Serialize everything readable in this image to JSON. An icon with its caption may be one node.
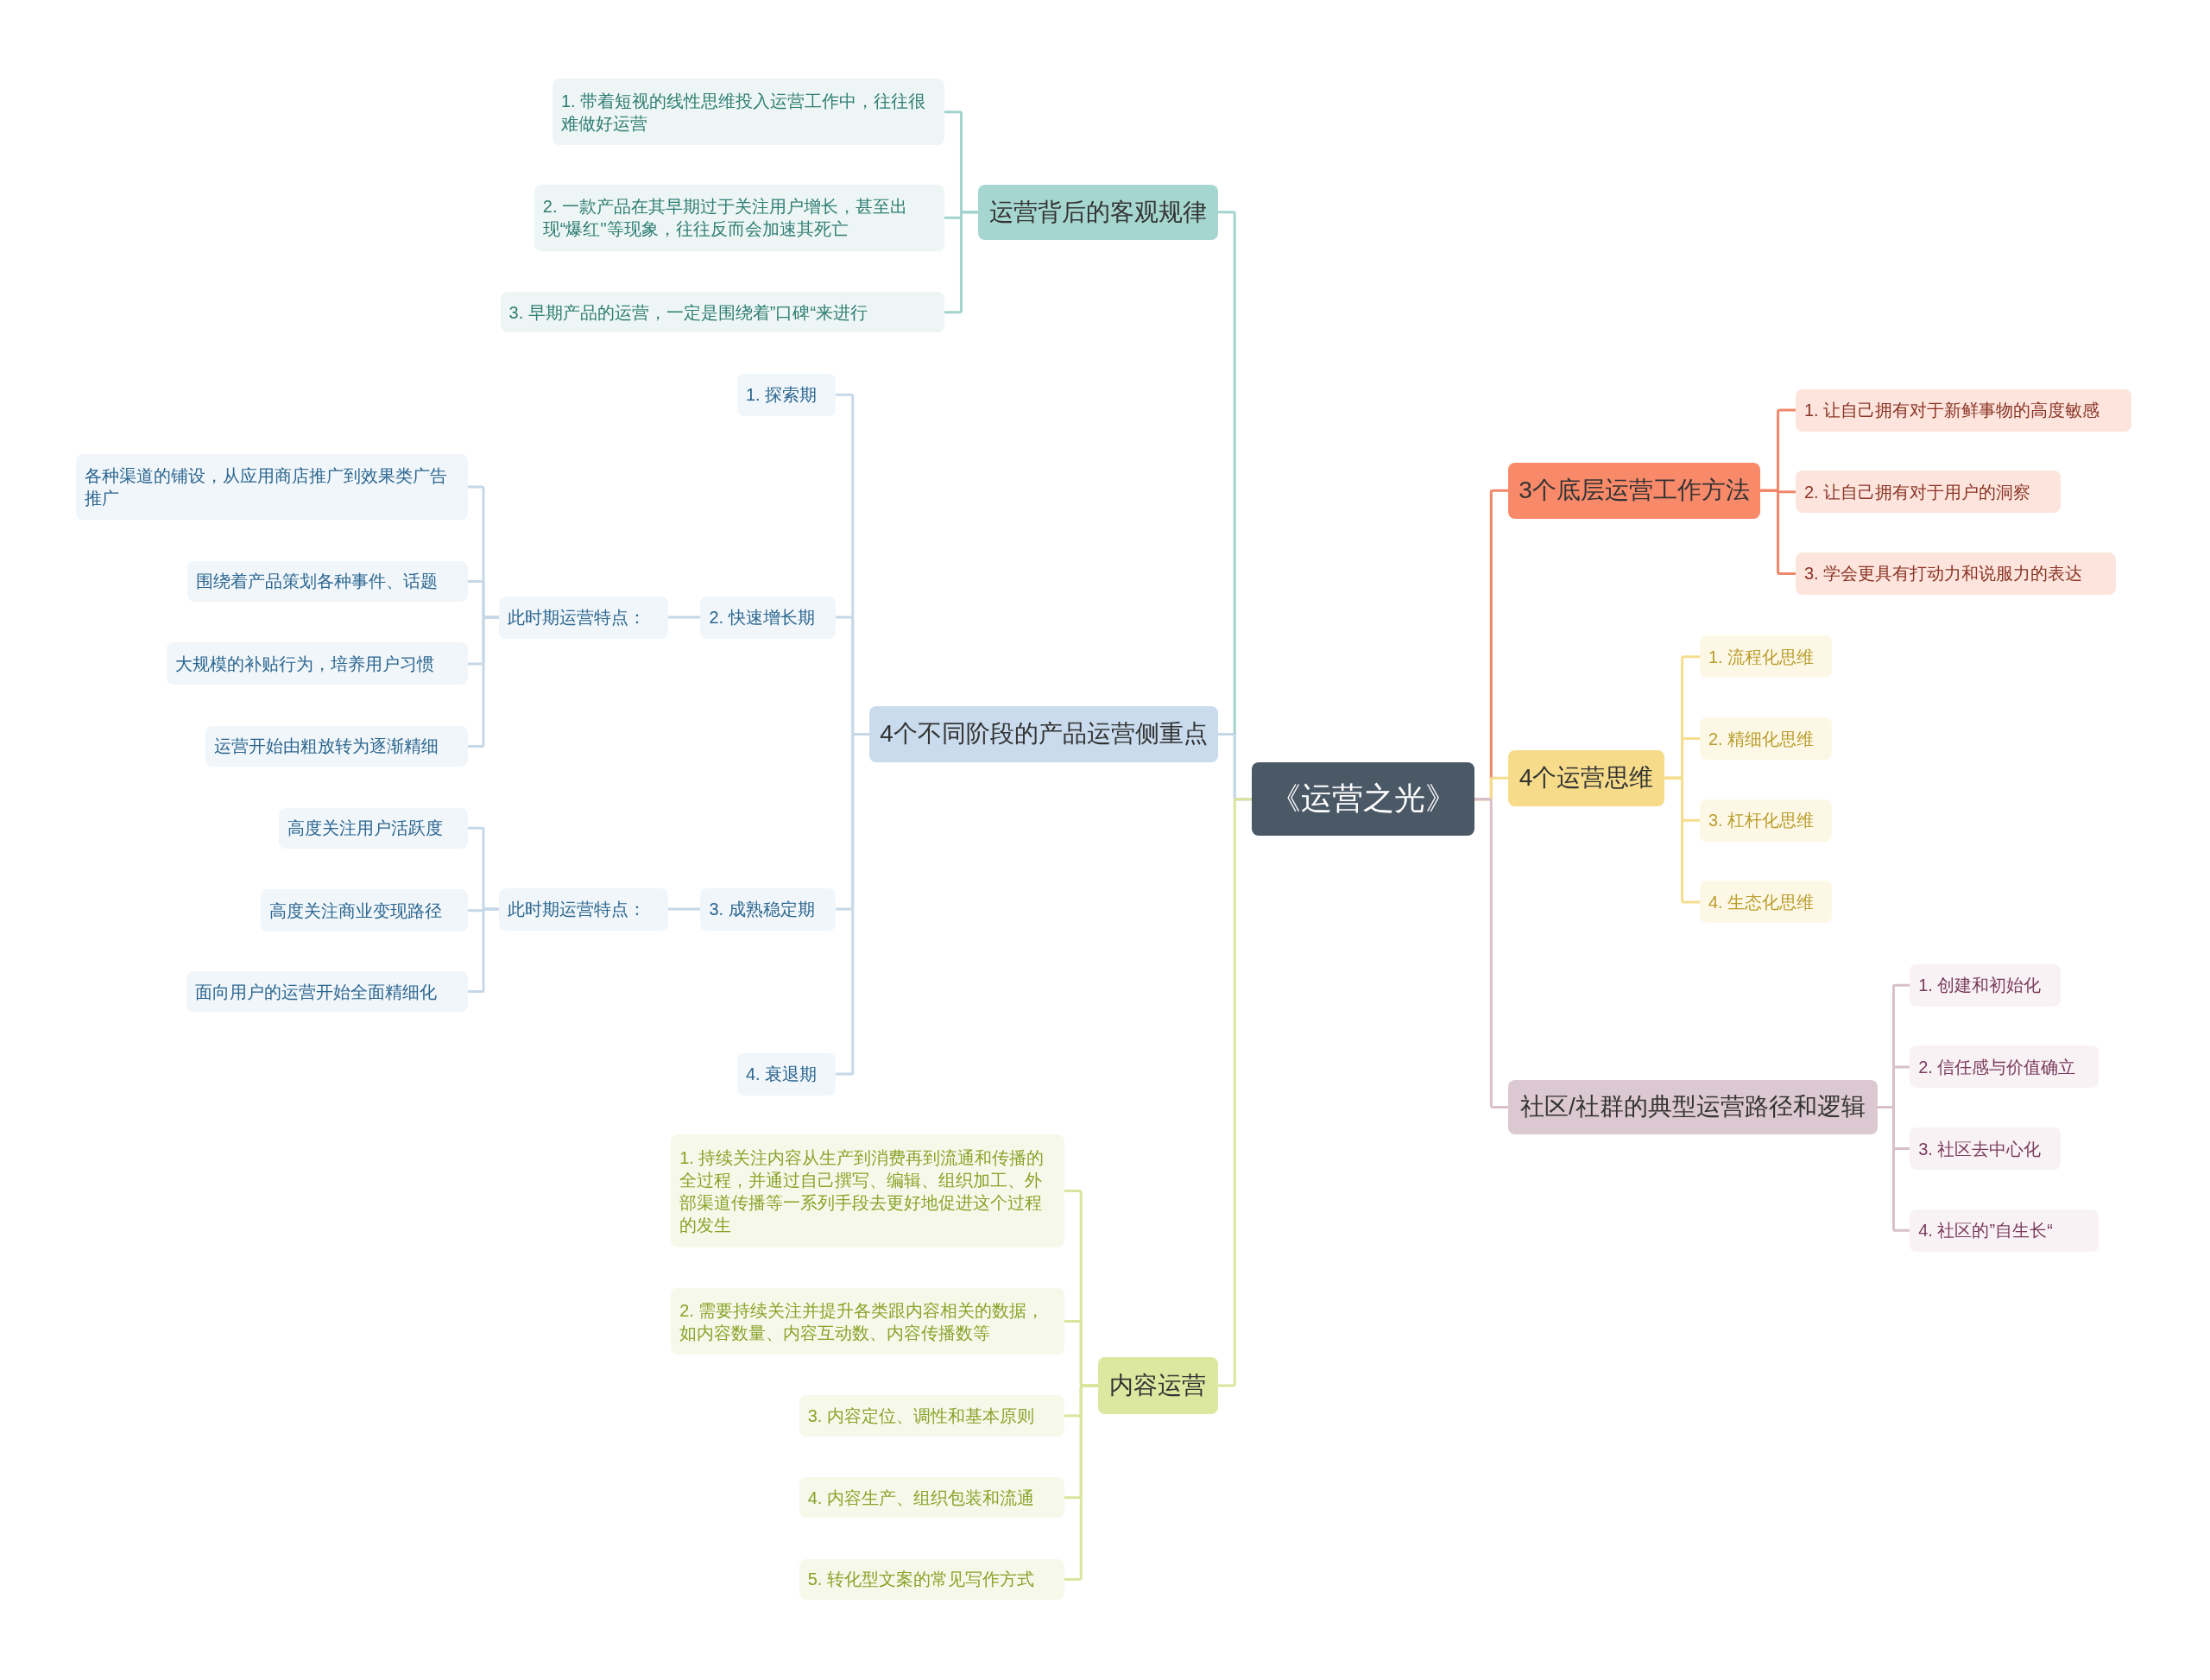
{
  "diagram": {
    "nodes": [
      {
        "text": [
          "《运营之光》"
        ]
      },
      {
        "text": [
          "运营背后的客观规律"
        ]
      },
      {
        "text": [
          "1. 带着短视的线性思维投入运营工作中，往往很难做好运营"
        ]
      },
      {
        "text": [
          "2. 一款产品在其早期过于关注用户增长，甚至出现“爆红\"等现象，往往反而会加速其死亡"
        ]
      },
      {
        "text": [
          "3. 早期产品的运营，一定是围绕着”口碑“来进行"
        ]
      },
      {
        "text": [
          "4个不同阶段的产品运营侧重点"
        ]
      },
      {
        "text": [
          "1. 探索期"
        ]
      },
      {
        "text": [
          "2. 快速增长期"
        ]
      },
      {
        "text": [
          "此时期运营特点："
        ]
      },
      {
        "text": [
          "各种渠道的铺设，从应用商店推广到效果类广告推广"
        ]
      },
      {
        "text": [
          "围绕着产品策划各种事件、话题"
        ]
      },
      {
        "text": [
          "大规模的补贴行为，培养用户习惯"
        ]
      },
      {
        "text": [
          "运营开始由粗放转为逐渐精细"
        ]
      },
      {
        "text": [
          "3. 成熟稳定期"
        ]
      },
      {
        "text": [
          "此时期运营特点："
        ]
      },
      {
        "text": [
          "高度关注用户活跃度"
        ]
      },
      {
        "text": [
          "高度关注商业变现路径"
        ]
      },
      {
        "text": [
          "面向用户的运营开始全面精细化"
        ]
      },
      {
        "text": [
          "4. 衰退期"
        ]
      },
      {
        "text": [
          "内容运营"
        ]
      },
      {
        "text": [
          "1. 持续关注内容从生产到消费再到流通和传播的全过程，并通过自己撰写、编辑、组织加工、外部渠道传播等一系列手段去更好地促进这个过程的发生"
        ]
      },
      {
        "text": [
          "2. 需要持续关注并提升各类跟内容相关的数据，如内容数量、内容互动数、内容传播数等"
        ]
      },
      {
        "text": [
          "3. 内容定位、调性和基本原则"
        ]
      },
      {
        "text": [
          "4. 内容生产、组织包装和流通"
        ]
      },
      {
        "text": [
          "5. 转化型文案的常见写作方式"
        ]
      },
      {
        "text": [
          "3个底层运营工作方法"
        ]
      },
      {
        "text": [
          "1. 让自己拥有对于新鲜事物的高度敏感"
        ]
      },
      {
        "text": [
          "2. 让自己拥有对于用户的洞察"
        ]
      },
      {
        "text": [
          "3. 学会更具有打动力和说服力的表达"
        ]
      },
      {
        "text": [
          "4个运营思维"
        ]
      },
      {
        "text": [
          "1. 流程化思维"
        ]
      },
      {
        "text": [
          "2. 精细化思维"
        ]
      },
      {
        "text": [
          "3. 杠杆化思维"
        ]
      },
      {
        "text": [
          "4. 生态化思维"
        ]
      },
      {
        "text": [
          "社区/社群的典型运营路径和逻辑"
        ]
      },
      {
        "text": [
          "1. 创建和初始化"
        ]
      },
      {
        "text": [
          "2. 信任感与价值确立"
        ]
      },
      {
        "text": [
          "3. 社区去中心化"
        ]
      },
      {
        "text": [
          "4. 社区的”自生长“"
        ]
      }
    ],
    "edges": [
      {
        "from": 0,
        "to": 1,
        "arrow": "none",
        "color": "#a3d3cd"
      },
      {
        "from": 1,
        "to": 2,
        "arrow": "none",
        "color": "#a3d3cd"
      },
      {
        "from": 1,
        "to": 3,
        "arrow": "none",
        "color": "#a3d3cd"
      },
      {
        "from": 1,
        "to": 4,
        "arrow": "none",
        "color": "#a3d3cd"
      },
      {
        "from": 0,
        "to": 5,
        "arrow": "none",
        "color": "#c6d8e8"
      },
      {
        "from": 5,
        "to": 6,
        "arrow": "none",
        "color": "#c6d8e8"
      },
      {
        "from": 5,
        "to": 7,
        "arrow": "none",
        "color": "#c6d8e8"
      },
      {
        "from": 7,
        "to": 8,
        "arrow": "none",
        "color": "#c6d8e8"
      },
      {
        "from": 8,
        "to": 9,
        "arrow": "none",
        "color": "#c6d8e8"
      },
      {
        "from": 8,
        "to": 10,
        "arrow": "none",
        "color": "#c6d8e8"
      },
      {
        "from": 8,
        "to": 11,
        "arrow": "none",
        "color": "#c6d8e8"
      },
      {
        "from": 8,
        "to": 12,
        "arrow": "none",
        "color": "#c6d8e8"
      },
      {
        "from": 5,
        "to": 13,
        "arrow": "none",
        "color": "#c6d8e8"
      },
      {
        "from": 13,
        "to": 14,
        "arrow": "none",
        "color": "#c6d8e8"
      },
      {
        "from": 14,
        "to": 15,
        "arrow": "none",
        "color": "#c6d8e8"
      },
      {
        "from": 14,
        "to": 16,
        "arrow": "none",
        "color": "#c6d8e8"
      },
      {
        "from": 14,
        "to": 17,
        "arrow": "none",
        "color": "#c6d8e8"
      },
      {
        "from": 5,
        "to": 18,
        "arrow": "none",
        "color": "#c6d8e8"
      },
      {
        "from": 0,
        "to": 19,
        "arrow": "none",
        "color": "#d9e59c"
      },
      {
        "from": 19,
        "to": 20,
        "arrow": "none",
        "color": "#d9e59c"
      },
      {
        "from": 19,
        "to": 21,
        "arrow": "none",
        "color": "#d9e59c"
      },
      {
        "from": 19,
        "to": 22,
        "arrow": "none",
        "color": "#d9e59c"
      },
      {
        "from": 19,
        "to": 23,
        "arrow": "none",
        "color": "#d9e59c"
      },
      {
        "from": 19,
        "to": 24,
        "arrow": "none",
        "color": "#d9e59c"
      },
      {
        "from": 0,
        "to": 25,
        "arrow": "none",
        "color": "#f0866a"
      },
      {
        "from": 25,
        "to": 26,
        "arrow": "none",
        "color": "#f0866a"
      },
      {
        "from": 25,
        "to": 27,
        "arrow": "none",
        "color": "#f0866a"
      },
      {
        "from": 25,
        "to": 28,
        "arrow": "none",
        "color": "#f0866a"
      },
      {
        "from": 0,
        "to": 29,
        "arrow": "none",
        "color": "#f4de8e"
      },
      {
        "from": 29,
        "to": 30,
        "arrow": "none",
        "color": "#f4de8e"
      },
      {
        "from": 29,
        "to": 31,
        "arrow": "none",
        "color": "#f4de8e"
      },
      {
        "from": 29,
        "to": 32,
        "arrow": "none",
        "color": "#f4de8e"
      },
      {
        "from": 29,
        "to": 33,
        "arrow": "none",
        "color": "#f4de8e"
      },
      {
        "from": 0,
        "to": 34,
        "arrow": "none",
        "color": "#d8c0ca"
      },
      {
        "from": 34,
        "to": 35,
        "arrow": "none",
        "color": "#d8c0ca"
      },
      {
        "from": 34,
        "to": 36,
        "arrow": "none",
        "color": "#d8c0ca"
      },
      {
        "from": 34,
        "to": 37,
        "arrow": "none",
        "color": "#d8c0ca"
      },
      {
        "from": 34,
        "to": 38,
        "arrow": "none",
        "color": "#d8c0ca"
      }
    ]
  }
}
